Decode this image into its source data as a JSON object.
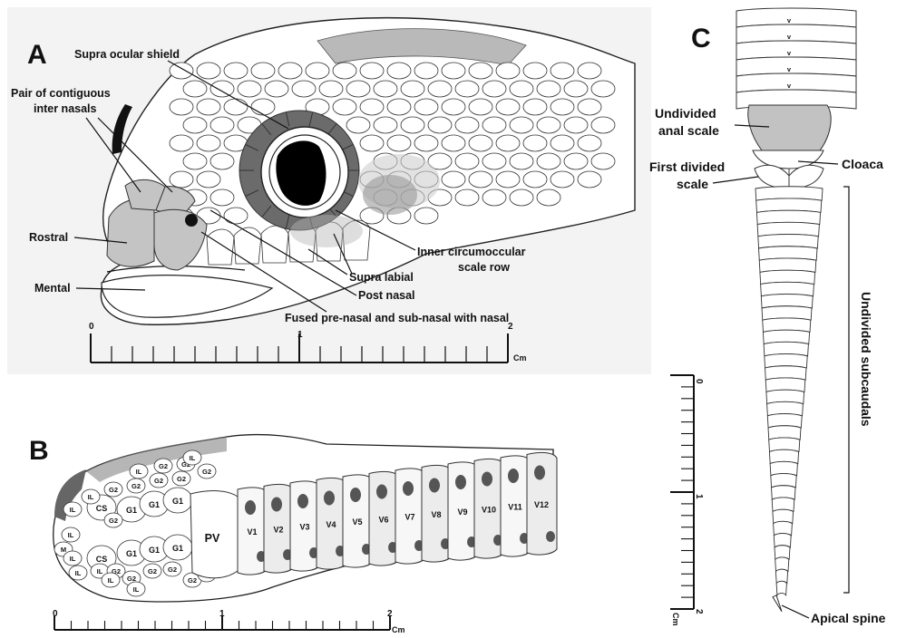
{
  "panels": {
    "a": {
      "letter": "A",
      "labels": {
        "supra_ocular": "Supra ocular shield",
        "internasals_1": "Pair of contiguous",
        "internasals_2": "inter nasals",
        "rostral": "Rostral",
        "mental": "Mental",
        "inner_circum_1": "Inner circumoccular",
        "inner_circum_2": "scale row",
        "supra_labial": "Supra labial",
        "post_nasal": "Post nasal",
        "fused_nasal": "Fused pre-nasal and sub-nasal with nasal"
      },
      "scale": {
        "ticks": [
          "0",
          "1",
          "2"
        ],
        "unit": "Cm"
      }
    },
    "b": {
      "letter": "B",
      "scale_labels": {
        "cs": "CS",
        "g1": "G1",
        "g2": "G2",
        "il": "IL",
        "m": "M",
        "pv": "PV"
      },
      "ventrals": [
        "V1",
        "V2",
        "V3",
        "V4",
        "V5",
        "V6",
        "V7",
        "V8",
        "V9",
        "V10",
        "V11",
        "V12"
      ],
      "scale": {
        "ticks": [
          "0",
          "1",
          "2"
        ],
        "unit": "Cm"
      }
    },
    "c": {
      "letter": "C",
      "labels": {
        "undivided_anal_1": "Undivided",
        "undivided_anal_2": "anal scale",
        "first_divided_1": "First divided",
        "first_divided_2": "scale",
        "cloaca": "Cloaca",
        "undivided_subcaudals": "Undivided subcaudals",
        "apical_spine": "Apical spine",
        "v_mark": "v"
      },
      "scale": {
        "ticks": [
          "0",
          "1",
          "2"
        ],
        "unit": "Cm"
      }
    }
  },
  "colors": {
    "panel_a_bg": "#f3f3f3",
    "shaded_light": "#c8c8c8",
    "shaded_mid": "#8a8a8a",
    "shaded_dark": "#5a5a5a",
    "spot": "#555555",
    "outline": "#333333"
  }
}
